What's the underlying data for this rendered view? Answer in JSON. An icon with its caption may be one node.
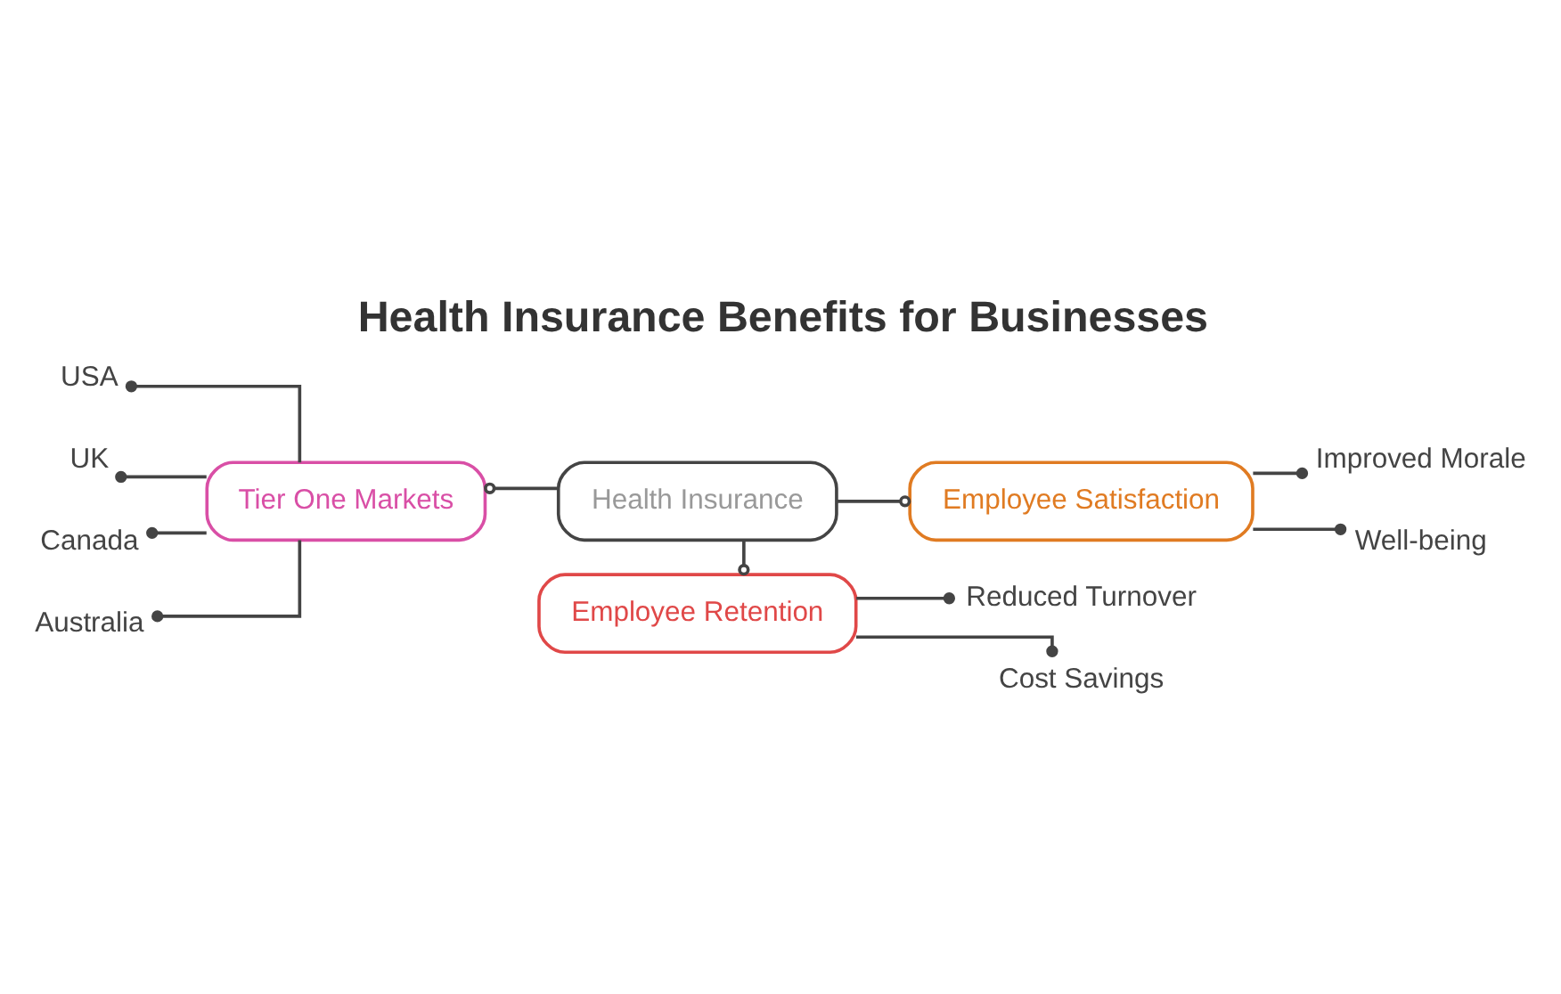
{
  "diagram": {
    "title": "Health Insurance Benefits for Businesses",
    "nodes": [
      {
        "text": [
          "Tier One Markets"
        ]
      },
      {
        "text": [
          "USA"
        ]
      },
      {
        "text": [
          "UK"
        ]
      },
      {
        "text": [
          "Canada"
        ]
      },
      {
        "text": [
          "Australia"
        ]
      },
      {
        "text": [
          "Health Insurance"
        ]
      },
      {
        "text": [
          "Employee Satisfaction"
        ]
      },
      {
        "text": [
          "Improved Morale"
        ]
      },
      {
        "text": [
          "Well-being"
        ]
      },
      {
        "text": [
          "Employee Retention"
        ]
      },
      {
        "text": [
          "Reduced Turnover"
        ]
      },
      {
        "text": [
          "Cost Savings"
        ]
      }
    ],
    "edges": [
      {
        "from": 5,
        "to": 0,
        "arrow": "other"
      },
      {
        "from": 0,
        "to": 1,
        "arrow": "other"
      },
      {
        "from": 0,
        "to": 2,
        "arrow": "other"
      },
      {
        "from": 0,
        "to": 3,
        "arrow": "other"
      },
      {
        "from": 0,
        "to": 4,
        "arrow": "other"
      },
      {
        "from": 5,
        "to": 6,
        "arrow": "other"
      },
      {
        "from": 6,
        "to": 7,
        "arrow": "other"
      },
      {
        "from": 6,
        "to": 8,
        "arrow": "other"
      },
      {
        "from": 5,
        "to": 9,
        "arrow": "other"
      },
      {
        "from": 9,
        "to": 10,
        "arrow": "other"
      },
      {
        "from": 9,
        "to": 11,
        "arrow": "other"
      }
    ]
  }
}
